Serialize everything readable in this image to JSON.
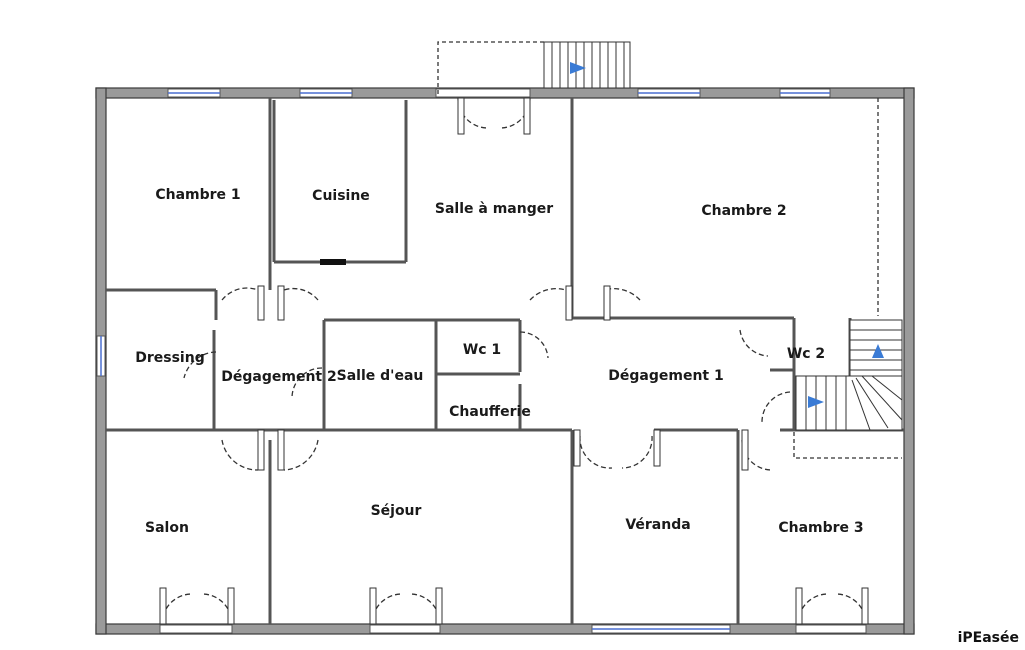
{
  "rooms": {
    "chambre1": "Chambre 1",
    "cuisine": "Cuisine",
    "salle_a_manger": "Salle à manger",
    "chambre2": "Chambre 2",
    "dressing": "Dressing",
    "degagement2": "Dégagement 2",
    "salle_deau": "Salle d'eau",
    "wc1": "Wc 1",
    "chaufferie": "Chaufferie",
    "degagement1": "Dégagement 1",
    "wc2": "Wc 2",
    "salon": "Salon",
    "sejour": "Séjour",
    "veranda": "Véranda",
    "chambre3": "Chambre 3"
  },
  "watermark": "iPEasée",
  "colors": {
    "wall_outer": "#9a9a9a",
    "window": "#4a6fd0",
    "arrow": "#3a7bd5"
  }
}
